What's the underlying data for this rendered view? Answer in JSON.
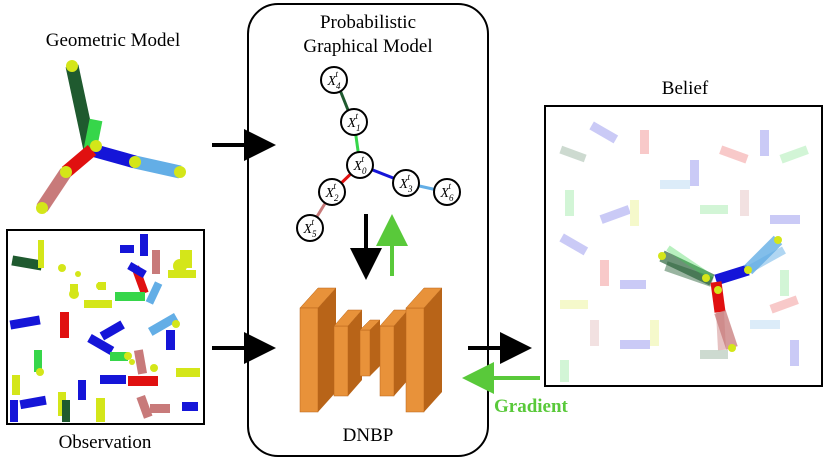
{
  "labels": {
    "geometric_model": "Geometric Model",
    "pgm_line1": "Probabilistic",
    "pgm_line2": "Graphical Model",
    "belief": "Belief",
    "observation": "Observation",
    "dnbp": "DNBP",
    "gradient": "Gradient"
  },
  "nodes": [
    {
      "id": "X4",
      "base": "X",
      "sub": "4",
      "sup": "t"
    },
    {
      "id": "X1",
      "base": "X",
      "sub": "1",
      "sup": "t"
    },
    {
      "id": "X0",
      "base": "X",
      "sub": "0",
      "sup": "t"
    },
    {
      "id": "X3",
      "base": "X",
      "sub": "3",
      "sup": "t"
    },
    {
      "id": "X6",
      "base": "X",
      "sub": "6",
      "sup": "t"
    },
    {
      "id": "X2",
      "base": "X",
      "sub": "2",
      "sup": "t"
    },
    {
      "id": "X5",
      "base": "X",
      "sub": "5",
      "sup": "t"
    }
  ],
  "colors": {
    "dark_green": "#1f5a2f",
    "light_green": "#36d64a",
    "blue": "#1515d8",
    "light_blue": "#63aee6",
    "red": "#e01010",
    "pink": "#c87a7a",
    "yellow": "#d4e619",
    "orange": "#e8923a",
    "gradient_green": "#59c93a"
  }
}
